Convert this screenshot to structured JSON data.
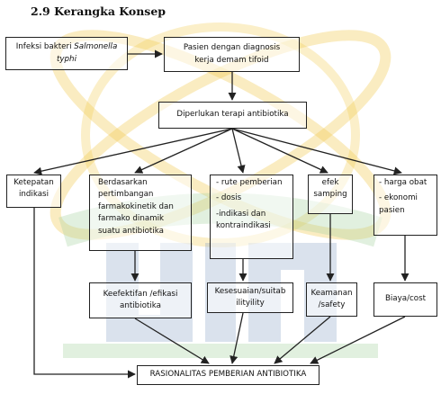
{
  "title": "2.9 Kerangka Konsep",
  "watermark_colors": {
    "gold": "#f2c94c",
    "green": "#a8d5a2",
    "blue": "#8fa8c8"
  },
  "nodes": {
    "infeksi": {
      "line1_prefix": "Infeksi bakteri ",
      "line1_italic": "Salmonella",
      "line2_italic": "typhi"
    },
    "pasien": {
      "line1": "Pasien dengan diagnosis",
      "line2": "kerja demam tifoid"
    },
    "terapi": {
      "label": "Diperlukan terapi antibiotika"
    },
    "ketepatan": {
      "line1": "Ketepatan",
      "line2": "indikasi"
    },
    "berdasarkan": {
      "lines": [
        "Berdasarkan",
        "pertimbangan",
        "farmakokinetik dan",
        "farmako dinamik",
        "suatu antibiotika"
      ]
    },
    "rute": {
      "line1": "- rute pemberian",
      "line2": "- dosis",
      "line3": "-indikasi dan",
      "line4": "kontraindikasi"
    },
    "efek": {
      "line1": "efek",
      "line2": "samping"
    },
    "harga": {
      "line1": "- harga obat",
      "line2": "- ekonomi",
      "line3": "pasien"
    },
    "keefektifan": {
      "line1": "Keefektifan /efikasi",
      "line2": "antibiotika"
    },
    "kesesuaian": {
      "line1": "Kesesuaian/suitab",
      "line2": "ilityility"
    },
    "keamanan": {
      "line1": "Keamanan",
      "line2": "/safety"
    },
    "biaya": {
      "label": "Biaya/cost"
    },
    "rasionalitas": {
      "label": "RASIONALITAS PEMBERIAN ANTIBIOTIKA"
    }
  }
}
